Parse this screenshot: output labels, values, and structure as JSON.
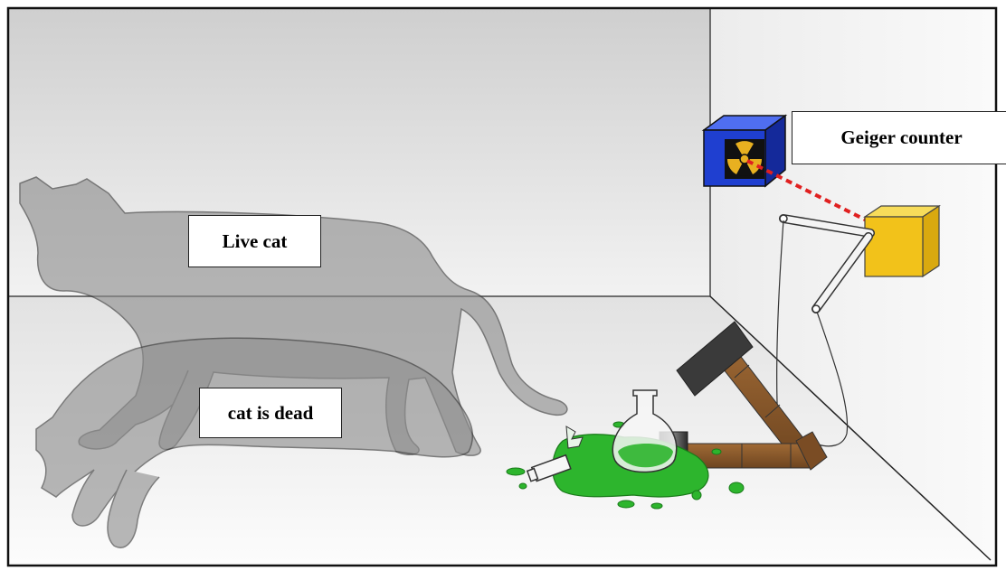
{
  "labels": {
    "geiger_counter": "Geiger counter",
    "live_cat": "Live cat",
    "dead_cat": "cat is dead"
  },
  "icons": {
    "radiation": "radiation-trefoil-icon",
    "hammer": "hammer-icon",
    "flask": "poison-flask-icon"
  },
  "colors": {
    "frame": "#111111",
    "back_wall_top": "#cfcfcf",
    "back_wall_bottom": "#f2f2f2",
    "floor_top": "#e4e4e4",
    "floor_bottom": "#fbfbfb",
    "cat_fill": "#8e8e8e",
    "cat_stroke": "#333333",
    "geiger_box": "#1f3fd0",
    "radiation_symbol": "#e8b020",
    "trigger_box": "#f2c21a",
    "laser": "#e02020",
    "poison": "#2db52d",
    "hammer_handle": "#8b5a2b",
    "hammer_head": "#3a3a3a"
  }
}
